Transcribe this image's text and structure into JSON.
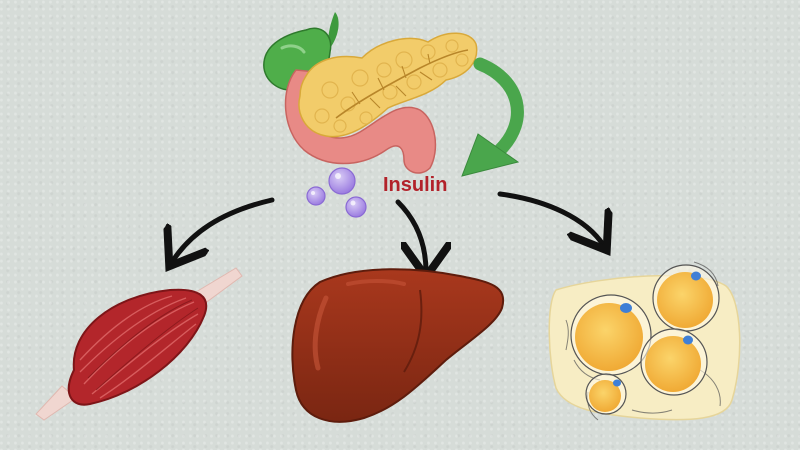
{
  "hormone_label": "Insulin",
  "colors": {
    "background": "#d6dcd8",
    "hormone_text": "#b2222a",
    "arrow_main": "#111111",
    "arrow_feedback": "#4aa64c",
    "pancreas": "#f2cc6a",
    "duodenum": "#e88a86",
    "gallbladder": "#4fae4a",
    "insulin_molecule": "#a98ce6",
    "muscle": "#b3262b",
    "liver": "#8e2e18",
    "fat_cell": "#f4b63e",
    "fat_tissue": "#f7edc4",
    "nucleus": "#3f7fd6"
  },
  "nodes": {
    "source": "pancreas",
    "molecules": "insulin-molecules",
    "targets": [
      "skeletal-muscle",
      "liver",
      "adipose-tissue"
    ]
  }
}
